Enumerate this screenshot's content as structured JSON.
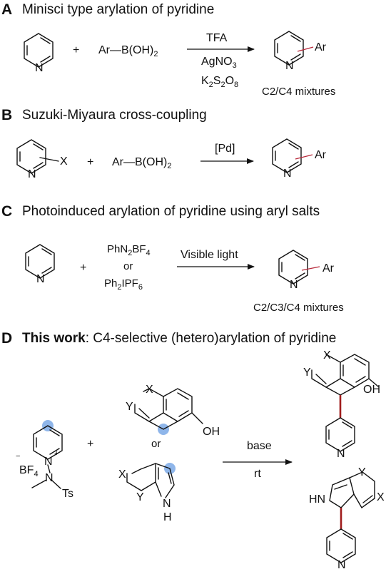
{
  "sections": {
    "A": {
      "letter": "A",
      "title": "Minisci type arylation of pyridine",
      "reagent": "Ar—B(OH)",
      "reagent_sub": "2",
      "plus": "+",
      "cond1": "TFA",
      "cond2": "AgNO",
      "cond2_sub": "3",
      "cond3a": "K",
      "cond3_sub1": "2",
      "cond3b": "S",
      "cond3_sub2": "2",
      "cond3c": "O",
      "cond3_sub3": "8",
      "product_group": "Ar",
      "ring_n": "N",
      "note": "C2/C4 mixtures"
    },
    "B": {
      "letter": "B",
      "title": "Suzuki-Miyaura cross-coupling",
      "substituent": "X",
      "reagent": "Ar—B(OH)",
      "reagent_sub": "2",
      "plus": "+",
      "cond1": "[Pd]",
      "product_group": "Ar",
      "ring_n": "N"
    },
    "C": {
      "letter": "C",
      "title": "Photoinduced arylation of pyridine using aryl salts",
      "plus": "+",
      "salt1a": "PhN",
      "salt1_sub1": "2",
      "salt1b": "BF",
      "salt1_sub2": "4",
      "or": "or",
      "salt2a": "Ph",
      "salt2_sub1": "2",
      "salt2b": "IPF",
      "salt2_sub2": "6",
      "cond1": "Visible light",
      "product_group": "Ar",
      "ring_n": "N",
      "note": "C2/C3/C4 mixtures"
    },
    "D": {
      "letter": "D",
      "title_bold": "This work",
      "title_rest": ": C4-selective (hetero)arylation of pyridine",
      "charge_minus": "−",
      "counterion": "BF",
      "counterion_sub": "4",
      "ring_n": "N",
      "charge_plus": "+",
      "amine_n": "N",
      "ts": "Ts",
      "plus": "+",
      "or": "or",
      "x": "X",
      "y": "Y",
      "oh": "OH",
      "nh_n": "N",
      "nh_h": "H",
      "hn": "HN",
      "cond1": "base",
      "cond2": "rt"
    }
  }
}
